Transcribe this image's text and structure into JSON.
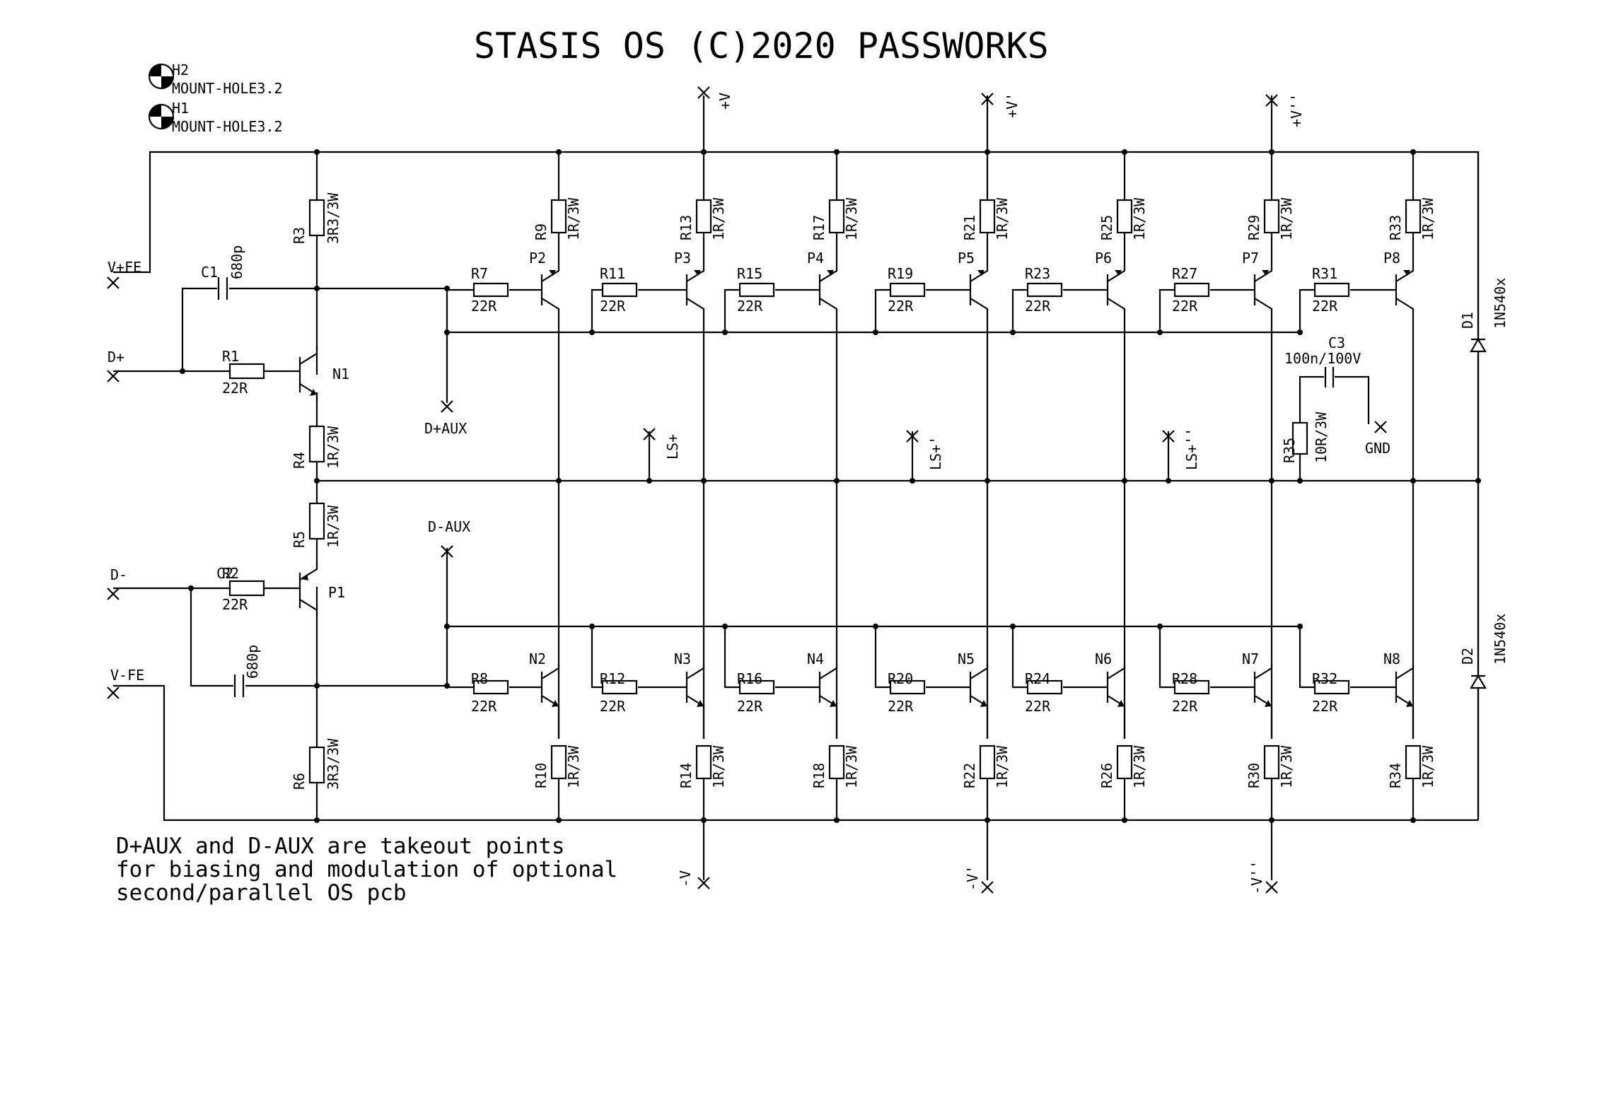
{
  "title": "STASIS OS   (C)2020 PASSWORKS",
  "note": [
    "D+AUX and D-AUX are takeout points",
    "for biasing and modulation of optional",
    "second/parallel OS pcb"
  ],
  "mount_holes": [
    {
      "ref": "H2",
      "value": "MOUNT-HOLE3.2"
    },
    {
      "ref": "H1",
      "value": "MOUNT-HOLE3.2"
    }
  ],
  "ports": {
    "v_plus_fe": "V+FE",
    "d_plus": "D+",
    "d_minus": "D-",
    "v_minus_fe": "V-FE",
    "d_plus_aux": "D+AUX",
    "d_minus_aux": "D-AUX",
    "gnd": "GND",
    "ls": [
      "LS+",
      "LS+'",
      "LS+''"
    ],
    "pos_rails": [
      "+V",
      "+V'",
      "+V''"
    ],
    "neg_rails": [
      "-V",
      "-V'",
      "-V''"
    ]
  },
  "driver": {
    "c1": {
      "ref": "C1",
      "value": "680p"
    },
    "c2": {
      "ref": "C2",
      "value": "680p"
    },
    "r1": {
      "ref": "R1",
      "value": "22R"
    },
    "r2": {
      "ref": "R2",
      "value": "22R"
    },
    "r3": {
      "ref": "R3",
      "value": "3R3/3W"
    },
    "r4": {
      "ref": "R4",
      "value": "1R/3W"
    },
    "r5": {
      "ref": "R5",
      "value": "1R/3W"
    },
    "r6": {
      "ref": "R6",
      "value": "3R3/3W"
    },
    "n1": "N1",
    "p1": "P1"
  },
  "output_stages": [
    {
      "p": "P2",
      "n": "N2",
      "rgp": "R7",
      "rgn": "R8",
      "rep": "R9",
      "ren": "R10"
    },
    {
      "p": "P3",
      "n": "N3",
      "rgp": "R11",
      "rgn": "R12",
      "rep": "R13",
      "ren": "R14"
    },
    {
      "p": "P4",
      "n": "N4",
      "rgp": "R15",
      "rgn": "R16",
      "rep": "R17",
      "ren": "R18"
    },
    {
      "p": "P5",
      "n": "N5",
      "rgp": "R19",
      "rgn": "R20",
      "rep": "R21",
      "ren": "R22"
    },
    {
      "p": "P6",
      "n": "N6",
      "rgp": "R23",
      "rgn": "R24",
      "rep": "R25",
      "ren": "R26"
    },
    {
      "p": "P7",
      "n": "N7",
      "rgp": "R27",
      "rgn": "R28",
      "rep": "R29",
      "ren": "R30"
    },
    {
      "p": "P8",
      "n": "N8",
      "rgp": "R31",
      "rgn": "R32",
      "rep": "R33",
      "ren": "R34"
    }
  ],
  "gate_value": "22R",
  "emitter_value": "1R/3W",
  "zobel": {
    "c3": {
      "ref": "C3",
      "value": "100n/100V"
    },
    "r35": {
      "ref": "R35",
      "value": "10R/3W"
    }
  },
  "diodes": [
    {
      "ref": "D1",
      "value": "1N540x"
    },
    {
      "ref": "D2",
      "value": "1N540x"
    }
  ]
}
